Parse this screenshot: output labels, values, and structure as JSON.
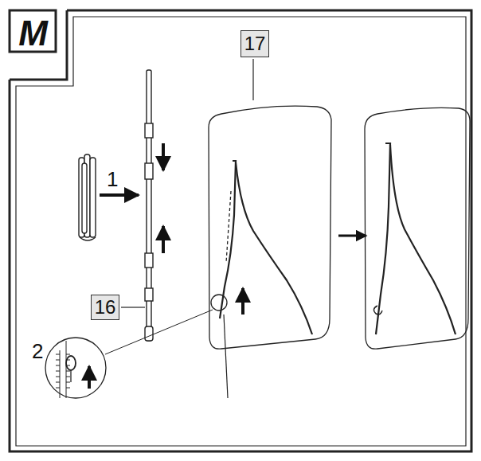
{
  "diagram": {
    "nodes": [
      {
        "text": [
          "M"
        ]
      },
      {
        "text": [
          "17"
        ]
      },
      {
        "text": [
          "16"
        ]
      }
    ],
    "labels": [
      "1",
      "2"
    ]
  }
}
